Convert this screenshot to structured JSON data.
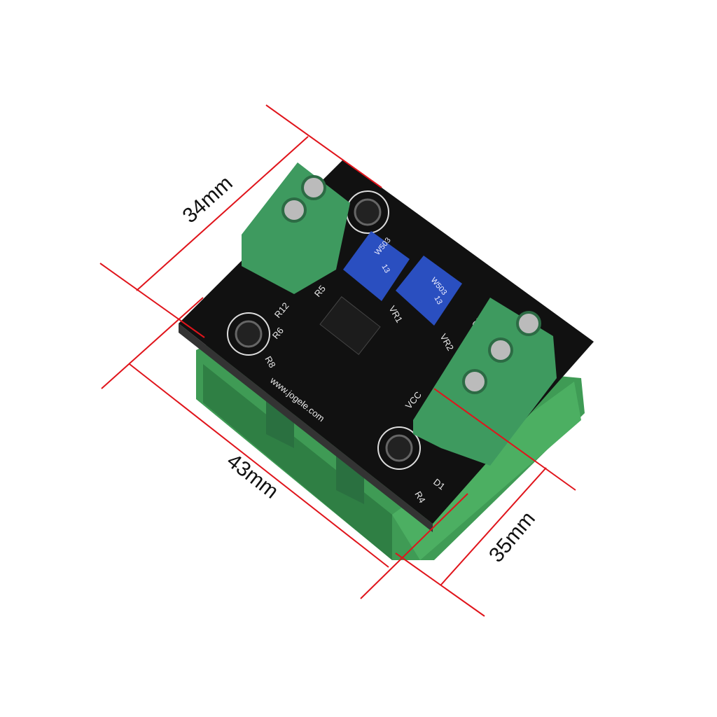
{
  "dimensions": {
    "width_top": "34mm",
    "length": "43mm",
    "width_rail": "35mm"
  },
  "board": {
    "website": "www.jogele.com",
    "potentiometer_marking": "W503",
    "potentiometer_code": "13",
    "labels": [
      "VR1",
      "VR2",
      "D1",
      "R4",
      "R5",
      "R6",
      "R8",
      "R12",
      "VCC",
      "GND"
    ]
  },
  "colors": {
    "dimension_line": "#e0141b",
    "pcb": "#111111",
    "terminal": "#3e9a5f",
    "din_rail": "#3f9b55",
    "potentiometer": "#2a4fc0"
  }
}
